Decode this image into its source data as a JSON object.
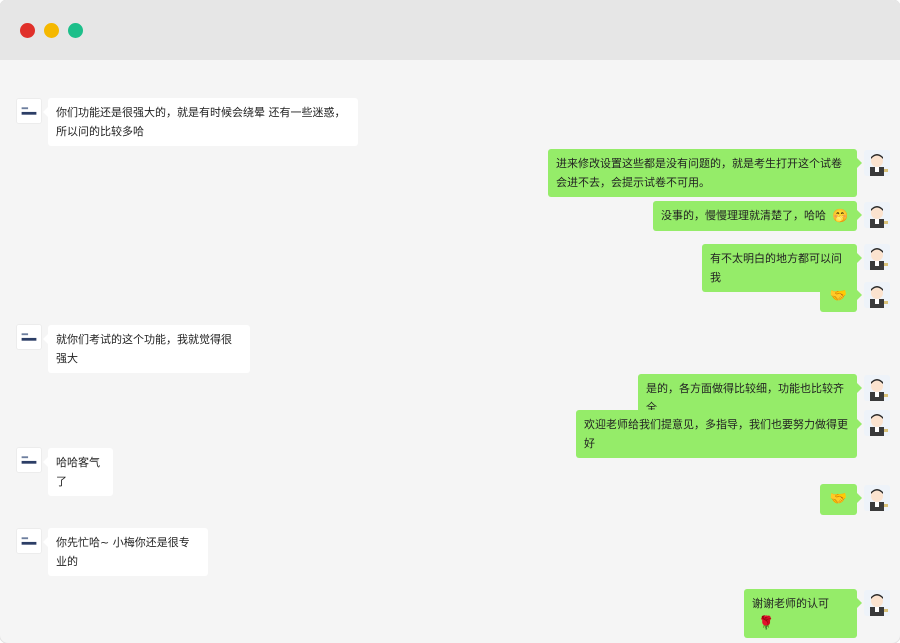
{
  "window": {
    "controls": {
      "close_color": "#e0302a",
      "minimize_color": "#f5b800",
      "zoom_color": "#1dbf8a"
    }
  },
  "colors": {
    "self_bubble": "#95ec69",
    "other_bubble": "#ffffff",
    "background": "#f5f5f5"
  },
  "messages": [
    {
      "sender": "other",
      "text": "你们功能还是很强大的，就是有时候会绕晕 还有一些迷惑，所以问的比较多哈"
    },
    {
      "sender": "self",
      "text": "进来修改设置这些都是没有问题的，就是考生打开这个试卷会进不去，会提示试卷不可用。"
    },
    {
      "sender": "self",
      "text": "没事的，慢慢理理就清楚了，哈哈",
      "emoji_icon": "face-with-hand-over-mouth-icon",
      "emoji": "🤭"
    },
    {
      "sender": "self",
      "text": "有不太明白的地方都可以问我"
    },
    {
      "sender": "self",
      "emoji_icon": "handshake-icon",
      "emoji": "🤝"
    },
    {
      "sender": "other",
      "text": "就你们考试的这个功能，我就觉得很强大"
    },
    {
      "sender": "self",
      "text": "是的，各方面做得比较细，功能也比较齐全"
    },
    {
      "sender": "self",
      "text": "欢迎老师给我们提意见，多指导，我们也要努力做得更好"
    },
    {
      "sender": "other",
      "text": "哈哈客气了"
    },
    {
      "sender": "self",
      "emoji_icon": "handshake-icon",
      "emoji": "🤝"
    },
    {
      "sender": "other",
      "text": "你先忙哈~ 小梅你还是很专业的"
    },
    {
      "sender": "self",
      "text": "谢谢老师的认可",
      "emoji_icon": "rose-icon",
      "emoji": "🌹"
    }
  ]
}
